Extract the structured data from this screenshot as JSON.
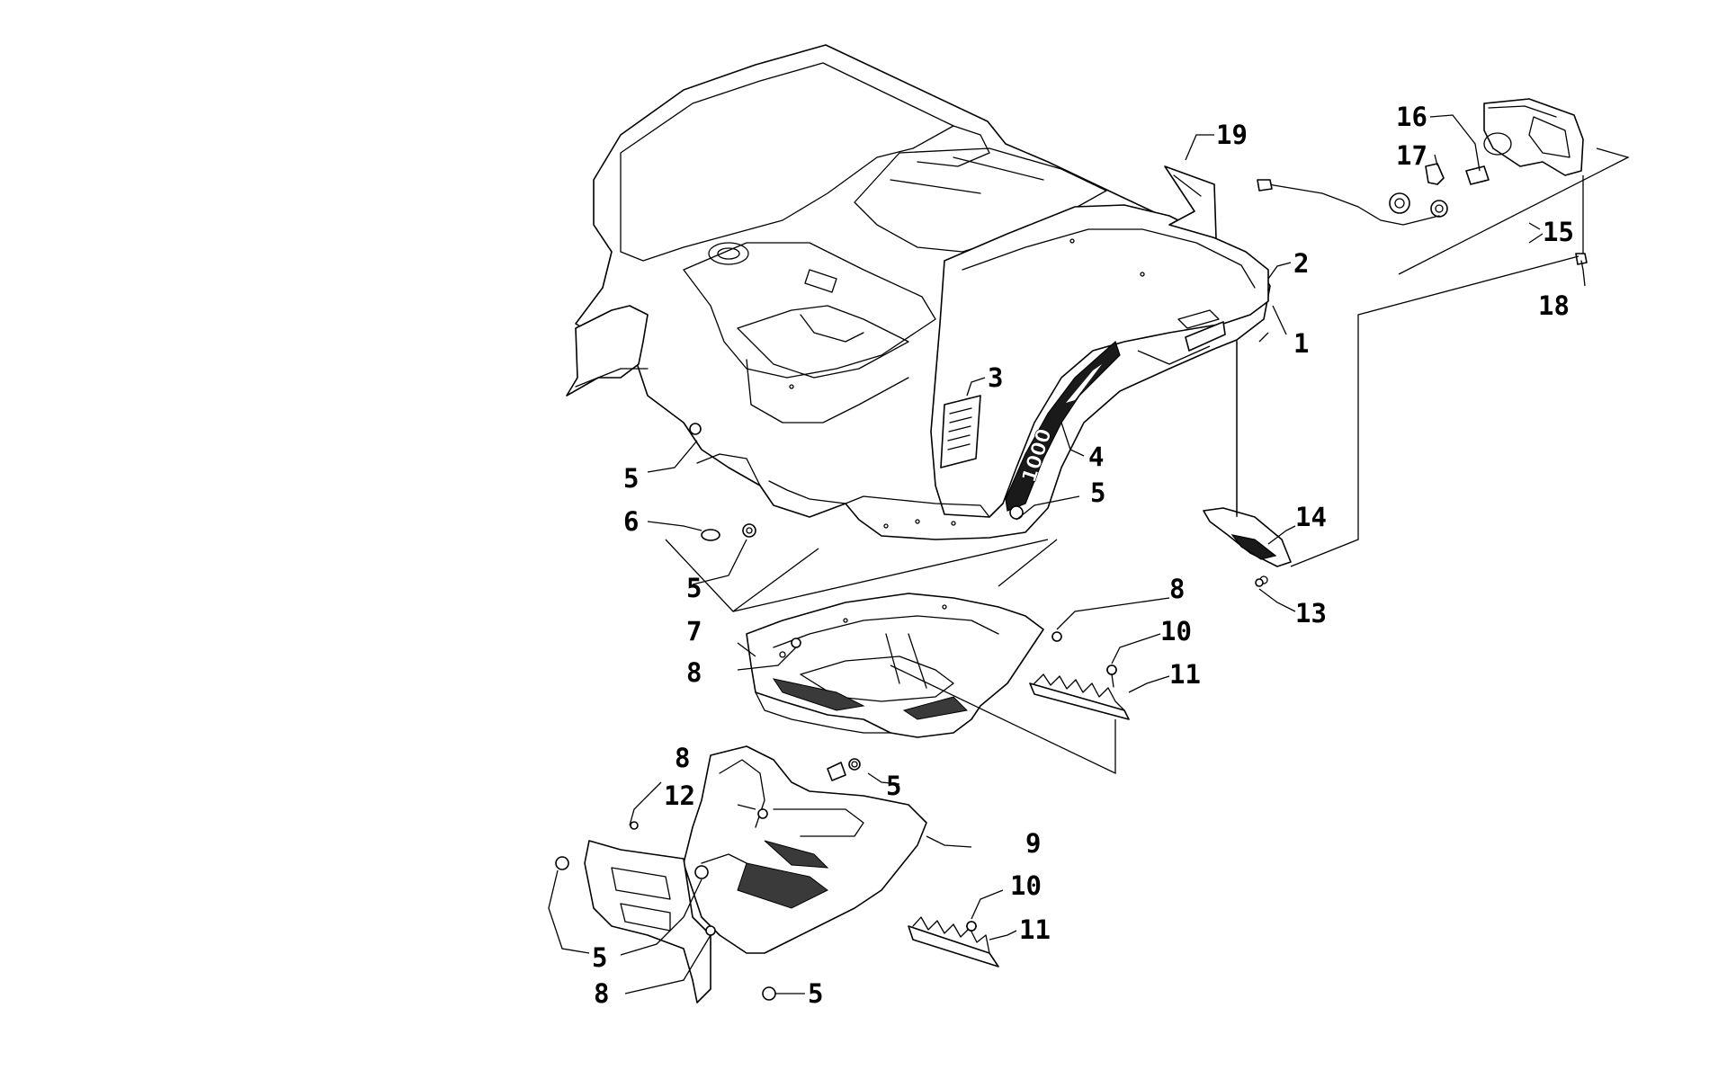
{
  "callouts": [
    {
      "id": "c1",
      "label": "1"
    },
    {
      "id": "c2",
      "label": "2"
    },
    {
      "id": "c3",
      "label": "3"
    },
    {
      "id": "c4",
      "label": "4"
    },
    {
      "id": "c5a",
      "label": "5"
    },
    {
      "id": "c5b",
      "label": "5"
    },
    {
      "id": "c5c",
      "label": "5"
    },
    {
      "id": "c5d",
      "label": "5"
    },
    {
      "id": "c5e",
      "label": "5"
    },
    {
      "id": "c5f",
      "label": "5"
    },
    {
      "id": "c6",
      "label": "6"
    },
    {
      "id": "c7",
      "label": "7"
    },
    {
      "id": "c8a",
      "label": "8"
    },
    {
      "id": "c8b",
      "label": "8"
    },
    {
      "id": "c8c",
      "label": "8"
    },
    {
      "id": "c8d",
      "label": "8"
    },
    {
      "id": "c9",
      "label": "9"
    },
    {
      "id": "c10a",
      "label": "10"
    },
    {
      "id": "c10b",
      "label": "10"
    },
    {
      "id": "c11a",
      "label": "11"
    },
    {
      "id": "c11b",
      "label": "11"
    },
    {
      "id": "c12",
      "label": "12"
    },
    {
      "id": "c13",
      "label": "13"
    },
    {
      "id": "c14",
      "label": "14"
    },
    {
      "id": "c15",
      "label": "15"
    },
    {
      "id": "c16",
      "label": "16"
    },
    {
      "id": "c17",
      "label": "17"
    },
    {
      "id": "c18",
      "label": "18"
    },
    {
      "id": "c19",
      "label": "19"
    }
  ],
  "decal_text": "1000"
}
